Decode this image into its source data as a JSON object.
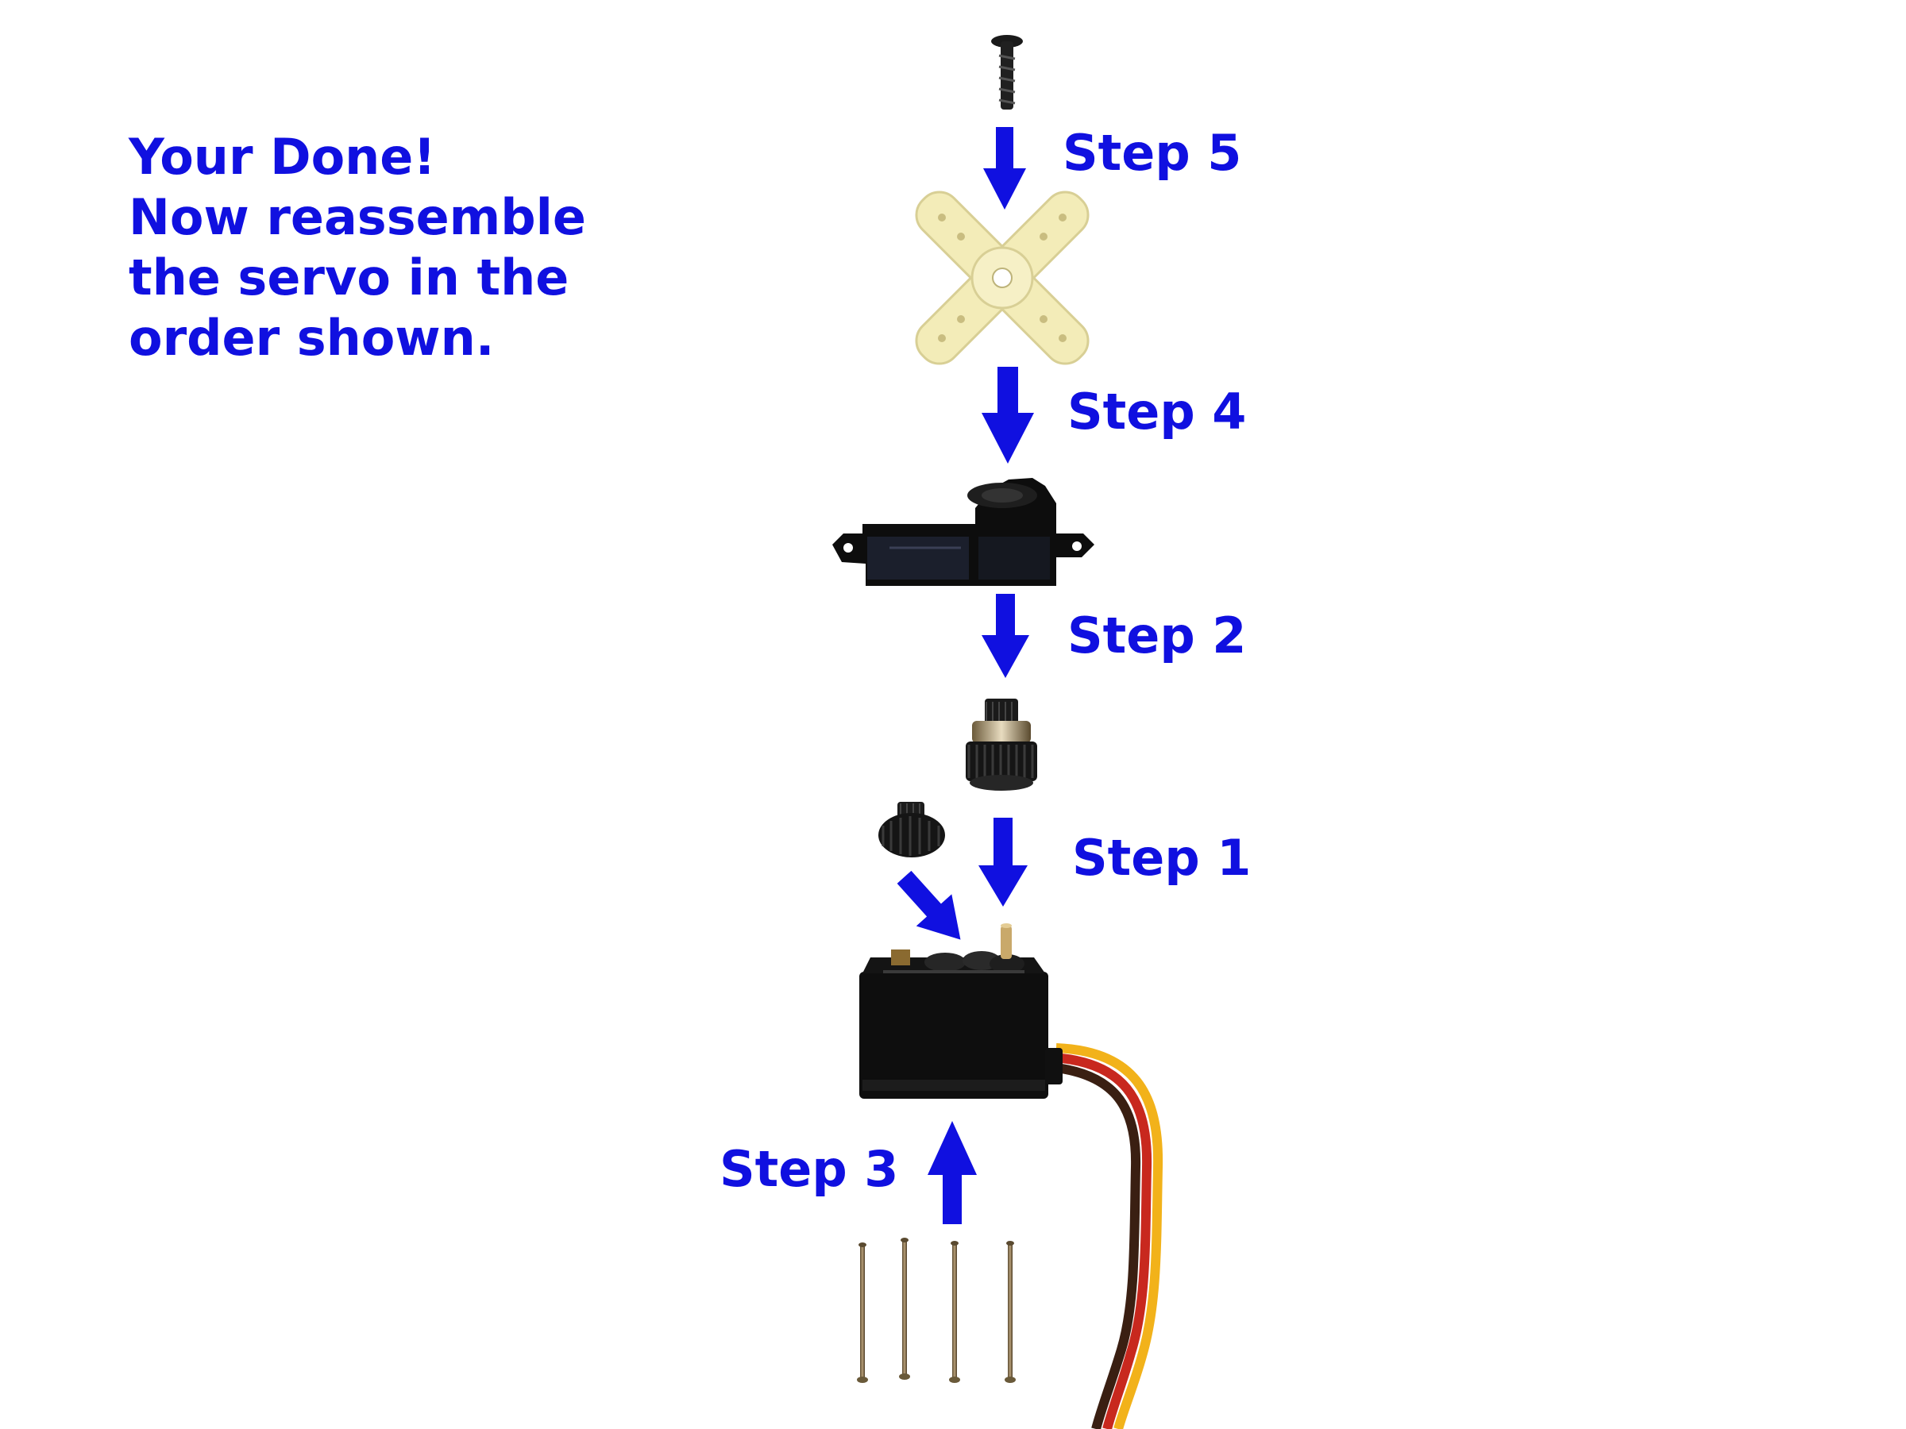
{
  "instructions": {
    "lines": [
      "Your Done!",
      "Now reassemble",
      "the servo in the",
      "order shown."
    ]
  },
  "steps": [
    {
      "label": "Step 5"
    },
    {
      "label": "Step 4"
    },
    {
      "label": "Step 2"
    },
    {
      "label": "Step 1"
    },
    {
      "label": "Step 3"
    }
  ],
  "colors": {
    "text": "#1010e0",
    "arrow": "#1010e0",
    "servo_body": "#0e0e0e",
    "horn": "#f3ecb8",
    "wire_orange": "#f2b21a",
    "wire_red": "#c8281e",
    "wire_brown": "#3a1f12"
  },
  "parts": [
    {
      "name": "horn-screw-icon"
    },
    {
      "name": "servo-horn-icon"
    },
    {
      "name": "top-case-icon"
    },
    {
      "name": "output-gear-icon"
    },
    {
      "name": "small-gear-icon"
    },
    {
      "name": "servo-body-icon"
    },
    {
      "name": "case-screws-icon"
    }
  ]
}
